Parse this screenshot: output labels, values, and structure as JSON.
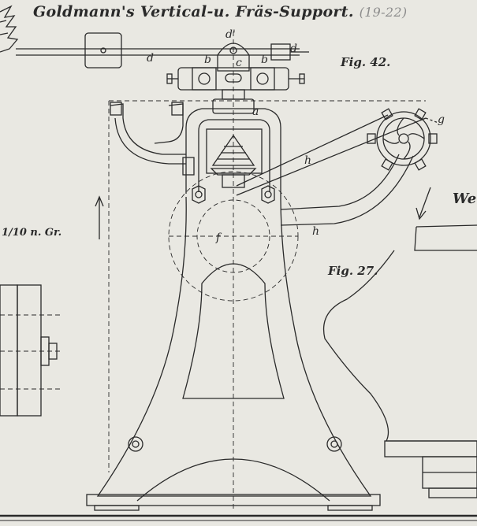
{
  "title": "Goldmann's Vertical-u. Fräs-Support.",
  "title_ref": "(19-22)",
  "fig_top": "Fig. 42.",
  "fig_main": "Fig. 27.",
  "scale": "1/10 n. Gr.",
  "cut_word": "We",
  "letters": {
    "a": "a",
    "b_left": "b",
    "b_right": "b",
    "c": "c",
    "d_left": "d",
    "d_right": "d",
    "d_prime": "d'",
    "f": "f",
    "g": "g",
    "h_upper": "h",
    "h_lower": "h"
  },
  "colors": {
    "paper": "#e9e8e2",
    "ink": "#2a2a2a",
    "faded": "#8c8c8c"
  }
}
